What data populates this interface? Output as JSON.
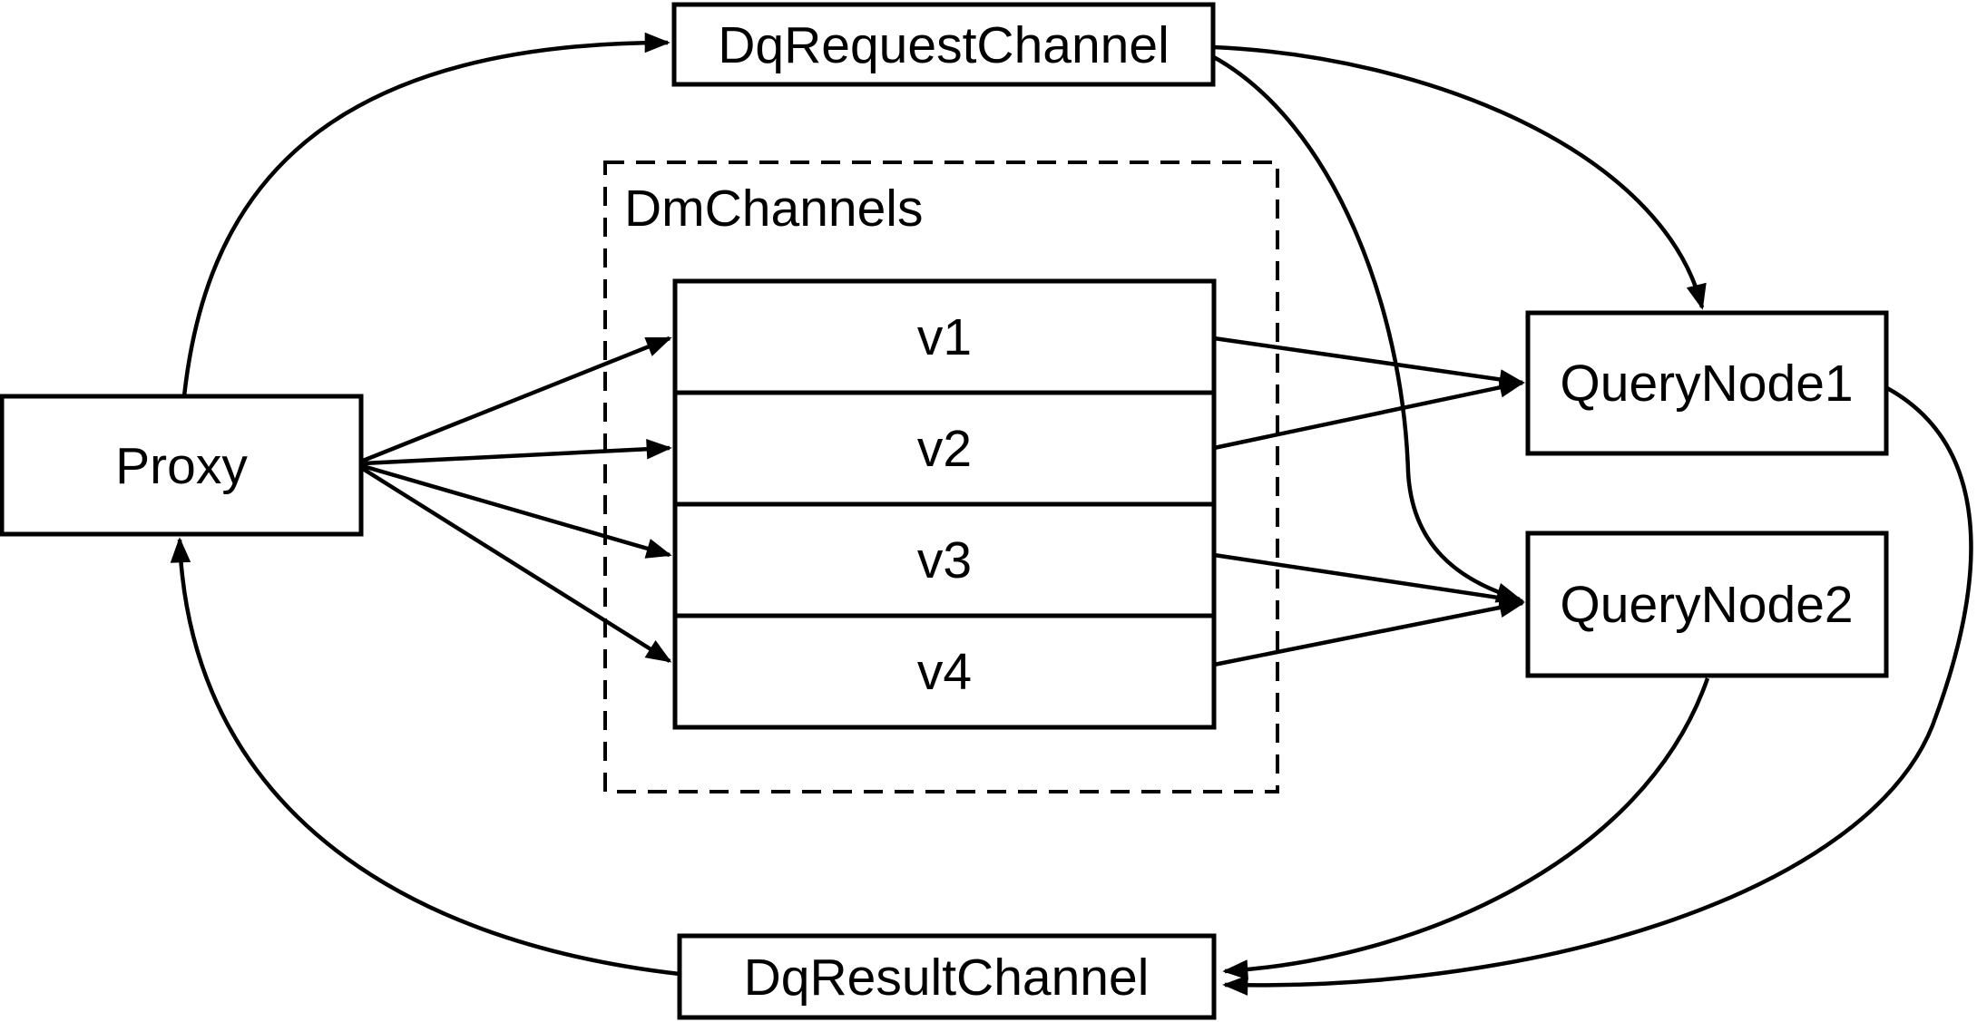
{
  "diagram": {
    "background_color": "#ffffff",
    "line_color": "#000000",
    "nodes": {
      "proxy": {
        "label": "Proxy"
      },
      "dq_request_channel": {
        "label": "DqRequestChannel"
      },
      "dm_channels": {
        "label": "DmChannels",
        "channels": [
          {
            "label": "v1"
          },
          {
            "label": "v2"
          },
          {
            "label": "v3"
          },
          {
            "label": "v4"
          }
        ]
      },
      "query_node_1": {
        "label": "QueryNode1"
      },
      "query_node_2": {
        "label": "QueryNode2"
      },
      "dq_result_channel": {
        "label": "DqResultChannel"
      }
    },
    "edges": [
      {
        "from": "Proxy",
        "to": "DqRequestChannel"
      },
      {
        "from": "Proxy",
        "to": "v1"
      },
      {
        "from": "Proxy",
        "to": "v2"
      },
      {
        "from": "Proxy",
        "to": "v3"
      },
      {
        "from": "Proxy",
        "to": "v4"
      },
      {
        "from": "v1",
        "to": "QueryNode1"
      },
      {
        "from": "v2",
        "to": "QueryNode1"
      },
      {
        "from": "v3",
        "to": "QueryNode2"
      },
      {
        "from": "v4",
        "to": "QueryNode2"
      },
      {
        "from": "DqRequestChannel",
        "to": "QueryNode1"
      },
      {
        "from": "DqRequestChannel",
        "to": "QueryNode2"
      },
      {
        "from": "QueryNode1",
        "to": "DqResultChannel"
      },
      {
        "from": "QueryNode2",
        "to": "DqResultChannel"
      },
      {
        "from": "DqResultChannel",
        "to": "Proxy"
      }
    ]
  }
}
